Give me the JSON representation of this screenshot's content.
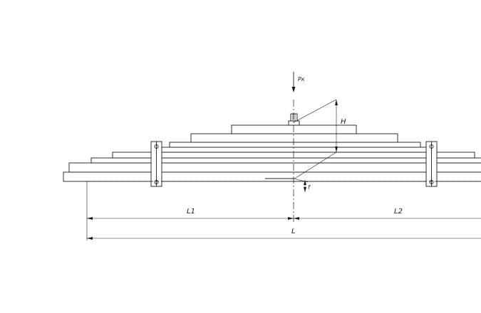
{
  "labels": {
    "load": "Pк",
    "height": "H",
    "deflection": "f",
    "left_length": "L1",
    "right_length": "L2",
    "total_length": "L"
  }
}
